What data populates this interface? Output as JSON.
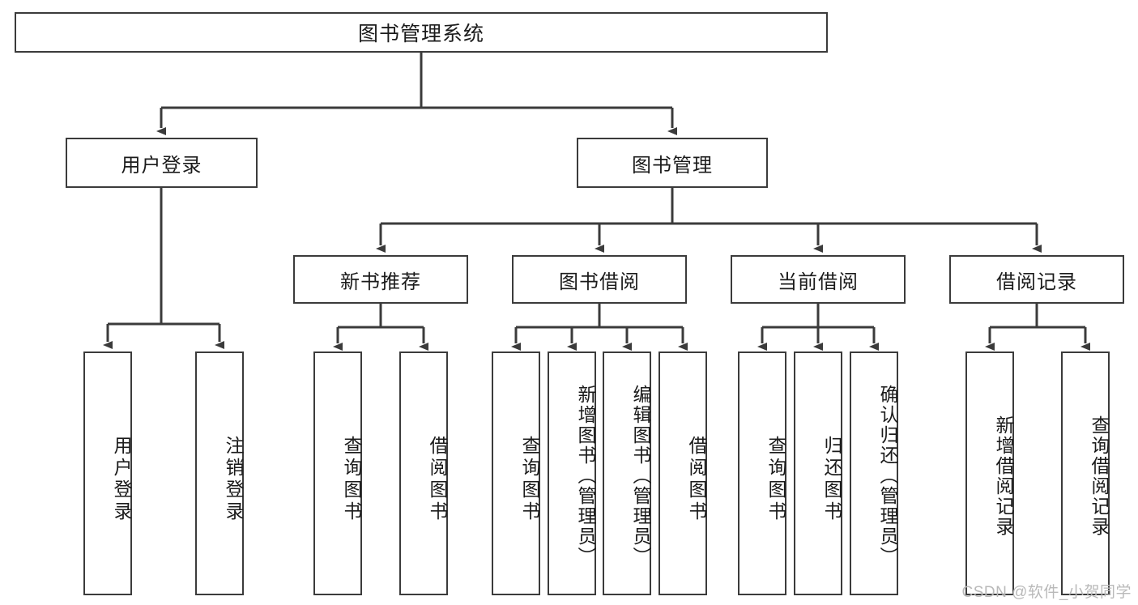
{
  "diagram": {
    "title": "图书管理系统",
    "type": "tree",
    "colors": {
      "box_border": "#3b3b3b",
      "box_fill": "#ffffff",
      "edge": "#3b3b3b",
      "text": "#1b1b1b",
      "watermark": "#b9b9b9"
    },
    "root": {
      "label": "图书管理系统"
    },
    "level1": [
      {
        "label": "用户登录"
      },
      {
        "label": "图书管理"
      }
    ],
    "level2": [
      {
        "label": "新书推荐"
      },
      {
        "label": "图书借阅"
      },
      {
        "label": "当前借阅"
      },
      {
        "label": "借阅记录"
      }
    ],
    "leaves": {
      "user_login": [
        {
          "label": "用户登录"
        },
        {
          "label": "注销登录"
        }
      ],
      "new_book_recommend": [
        {
          "label": "查询图书"
        },
        {
          "label": "借阅图书"
        }
      ],
      "book_borrow": [
        {
          "label": "查询图书"
        },
        {
          "label": "新增图书（管理员）"
        },
        {
          "label": "编辑图书（管理员）"
        },
        {
          "label": "借阅图书"
        }
      ],
      "current_borrow": [
        {
          "label": "查询图书"
        },
        {
          "label": "归还图书"
        },
        {
          "label": "确认归还（管理员）"
        }
      ],
      "borrow_record": [
        {
          "label": "新增借阅记录"
        },
        {
          "label": "查询借阅记录"
        }
      ]
    }
  },
  "watermark": {
    "text": "CSDN @软件_小贺同学"
  }
}
